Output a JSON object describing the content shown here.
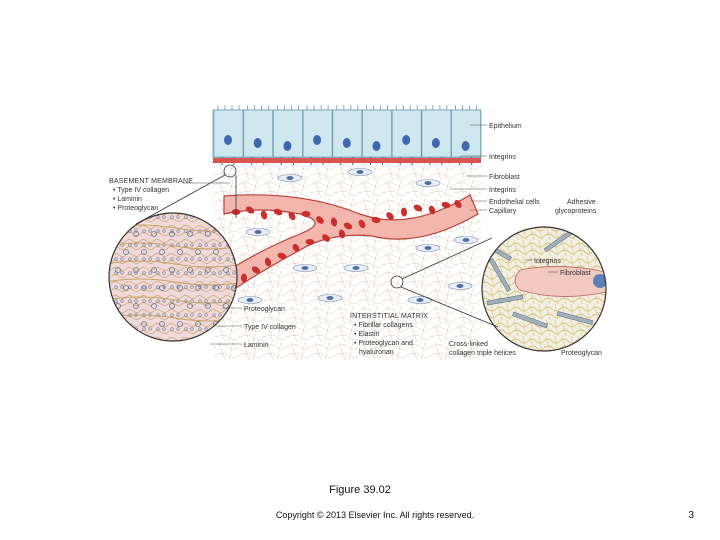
{
  "figure": {
    "labels": {
      "epithelium": "Epithelium",
      "integrins_top": "Integrins",
      "fibroblast_mid": "Fibroblast",
      "integrins_mid": "Integrins",
      "endothelial": "Endothelial cells",
      "capillary": "Capillary",
      "adhesive_line1": "Adhesive",
      "adhesive_line2": "glycoproteins",
      "integrins_right": "Integrins",
      "fibroblast_right": "Fibroblast",
      "proteoglycan_left": "Proteoglycan",
      "type4_left": "Type IV collagen",
      "laminin_left": "Laminin",
      "crosslinked_line1": "Cross-linked",
      "crosslinked_line2": "collagen triple helices",
      "proteoglycan_right": "Proteoglycan"
    },
    "basement_membrane": {
      "heading": "BASEMENT MEMBRANE",
      "items": [
        "• Type IV collagen",
        "• Laminin",
        "• Proteoglycan"
      ]
    },
    "interstitial_matrix": {
      "heading": "INTERSTITIAL MATRIX",
      "items": [
        "• Fibrillar collagens",
        "• Elastin",
        "• Proteoglycan and",
        "hyaluronan"
      ]
    }
  },
  "caption": "Figure 39.02",
  "copyright": "Copyright © 2013 Elsevier Inc. All rights reserved.",
  "page_number": "3"
}
